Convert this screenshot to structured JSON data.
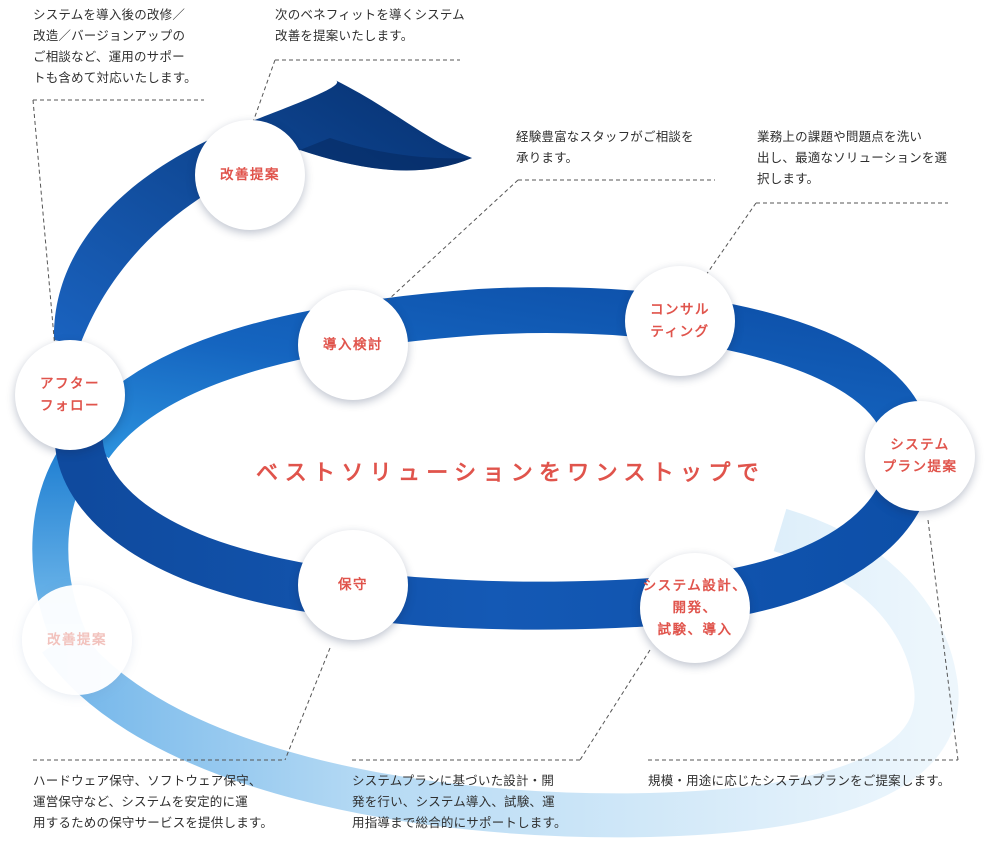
{
  "headline": "ベストソリューションをワンストップで",
  "colors": {
    "ribbon_dark": "#0a3d8f",
    "ribbon_mid": "#1565c0",
    "ribbon_light": "#2d95dd",
    "ribbon_pale": "#dbeefa",
    "label": "#e0544c",
    "label_faded": "#f2c2bd",
    "leader_line": "#555555"
  },
  "nodes": {
    "kaizen_top": "改善提案",
    "after_follow": "アフター\nフォロー",
    "donyu_kento": "導入検討",
    "consulting": "コンサル\nティング",
    "system_plan": "システム\nプラン提案",
    "system_sekkei": "システム設計、\n開発、\n試験、導入",
    "hoshu": "保守",
    "kaizen_bottom": "改善提案"
  },
  "notes": {
    "after_follow": [
      "システムを導入後の改修／",
      "改造／バージョンアップの",
      "ご相談など、運用のサポー",
      "トも含めて対応いたします。"
    ],
    "kaizen": [
      "次のベネフィットを導くシステム",
      "改善を提案いたします。"
    ],
    "donyu_kento": [
      "経験豊富なスタッフがご相談を",
      "承ります。"
    ],
    "consulting": [
      "業務上の課題や問題点を洗い",
      "出し、最適なソリューションを選",
      "択します。"
    ],
    "hoshu": [
      "ハードウェア保守、ソフトウェア保守、",
      "運営保守など、システムを安定的に運",
      "用するための保守サービスを提供します。"
    ],
    "system_sekkei": [
      "システムプランに基づいた設計・開",
      "発を行い、システム導入、試験、運",
      "用指導まで総合的にサポートします。"
    ],
    "system_plan": [
      "規模・用途に応じたシステムプランをご提案します。"
    ]
  }
}
